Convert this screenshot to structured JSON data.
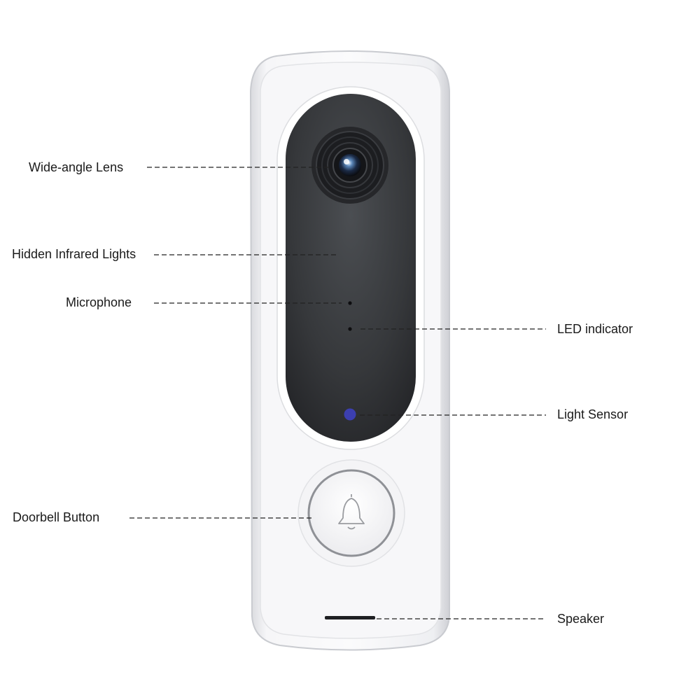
{
  "labels": {
    "wide_angle_lens": "Wide-angle Lens",
    "hidden_infrared_lights": "Hidden Infrared Lights",
    "microphone": "Microphone",
    "led_indicator": "LED indicator",
    "light_sensor": "Light Sensor",
    "doorbell_button": "Doorbell Button",
    "speaker": "Speaker"
  },
  "icons": {
    "button": "bell-icon"
  },
  "colors": {
    "housing": "#f1f1f3",
    "housing_edge": "#c9cbd0",
    "front_panel": "#2f3134",
    "light_sensor": "#3c3fb0",
    "lens_ring": "#1c1d20"
  }
}
